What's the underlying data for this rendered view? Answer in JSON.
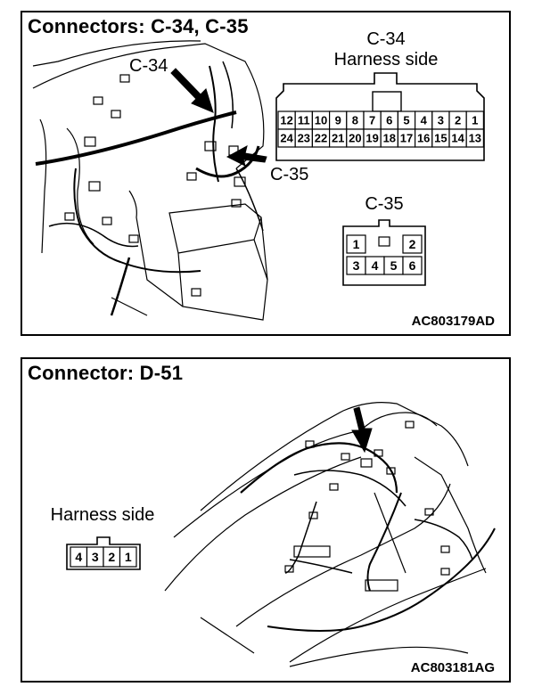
{
  "panel_top": {
    "title": "Connectors: C-34, C-35",
    "callout_c34": "C-34",
    "callout_c35": "C-35",
    "c34_heading": "C-34",
    "c34_subheading": "Harness side",
    "c34_pins_top": [
      "12",
      "11",
      "10",
      "9",
      "8",
      "7",
      "6",
      "5",
      "4",
      "3",
      "2",
      "1"
    ],
    "c34_pins_bottom": [
      "24",
      "23",
      "22",
      "21",
      "20",
      "19",
      "18",
      "17",
      "16",
      "15",
      "14",
      "13"
    ],
    "c35_heading": "C-35",
    "c35_pins_top": [
      "1",
      "2"
    ],
    "c35_pins_bottom": [
      "3",
      "4",
      "5",
      "6"
    ],
    "figure_code": "AC803179AD"
  },
  "panel_bottom": {
    "title": "Connector: D-51",
    "d51_subheading": "Harness side",
    "d51_pins": [
      "4",
      "3",
      "2",
      "1"
    ],
    "figure_code": "AC803181AG"
  }
}
